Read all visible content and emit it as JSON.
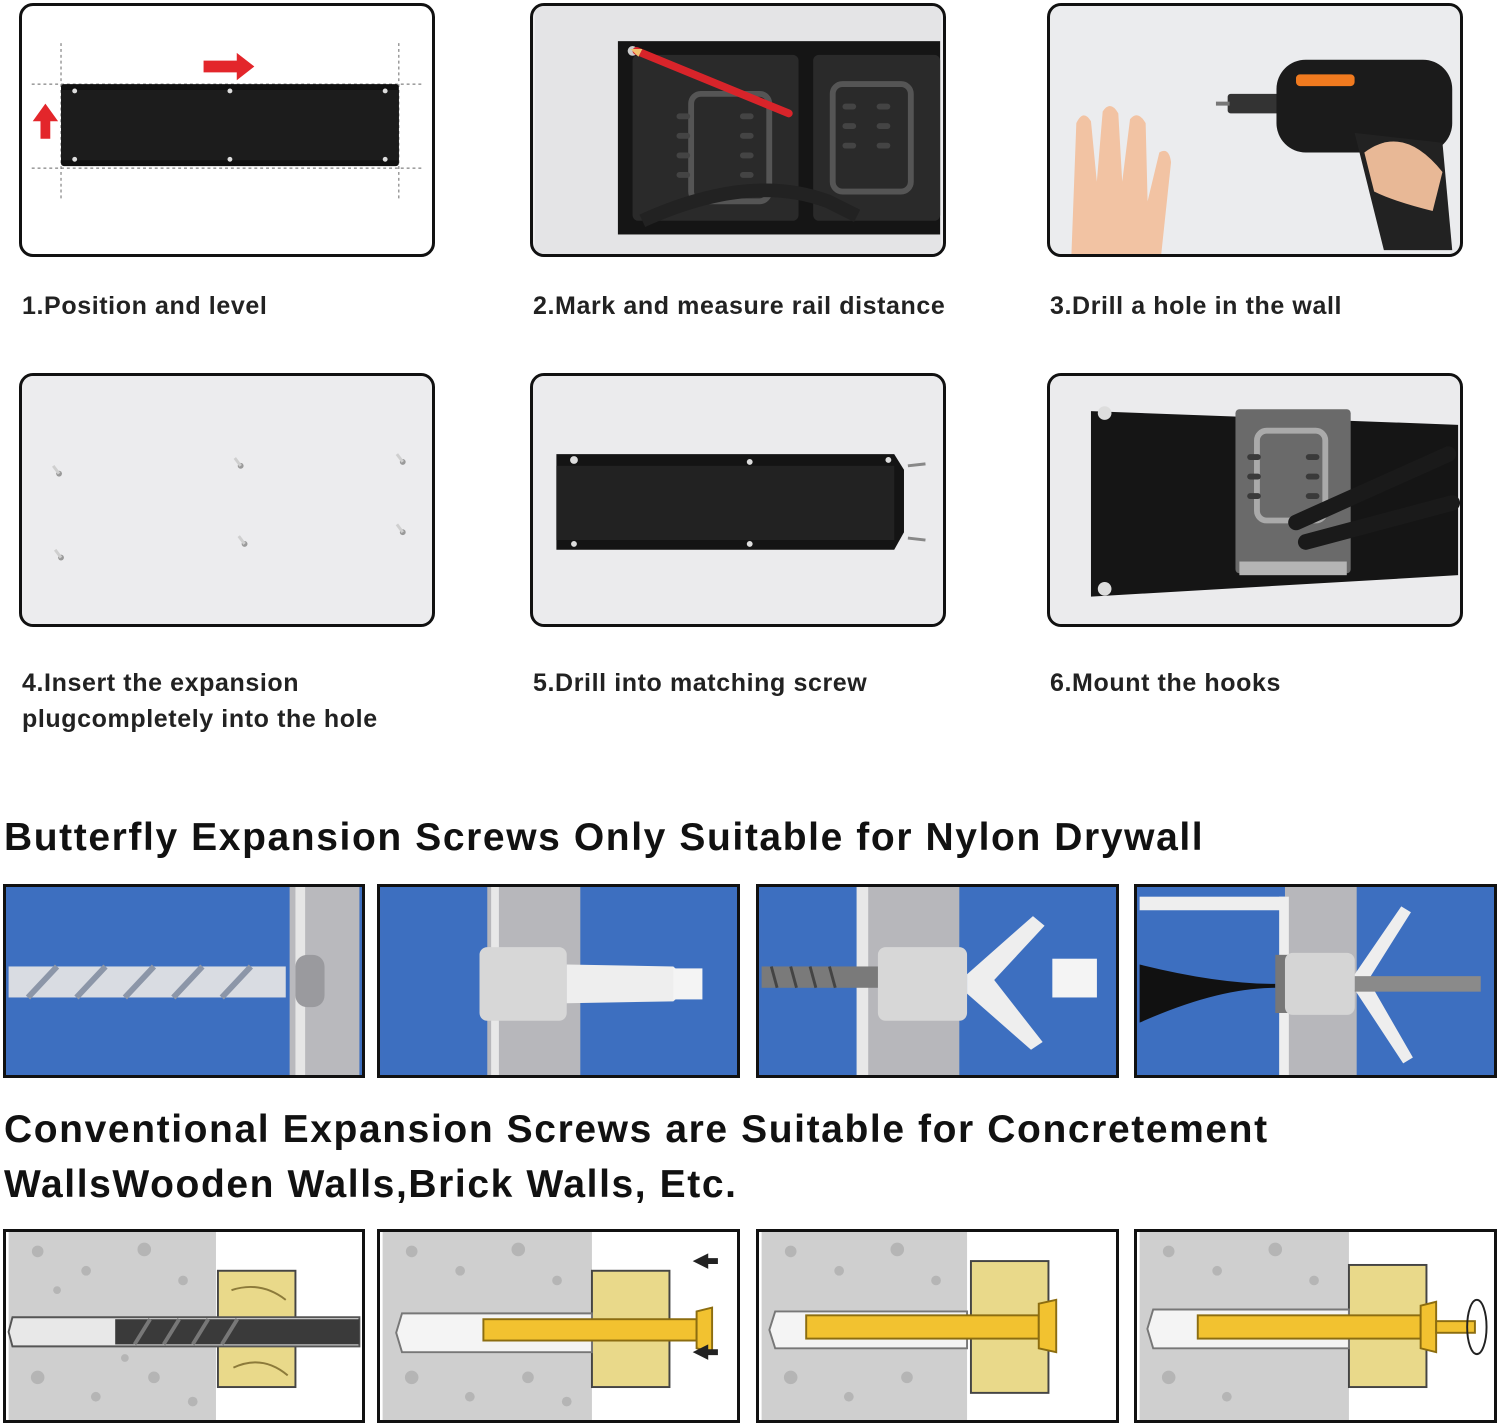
{
  "steps": [
    {
      "label": "1.Position and level"
    },
    {
      "label": "2.Mark and measure rail distance"
    },
    {
      "label": "3.Drill a hole in the wall"
    },
    {
      "label": "4.Insert the expansion\nplugcompletely into the hole"
    },
    {
      "label": "5.Drill into matching screw"
    },
    {
      "label": "6.Mount the hooks"
    }
  ],
  "sections": {
    "drywall_heading": "Butterfly Expansion Screws Only Suitable for Nylon Drywall",
    "concrete_heading": "Conventional Expansion Screws are Suitable for Concretement\nWallsWooden Walls,Brick Walls, Etc."
  },
  "colors": {
    "rail": "#111111",
    "arrow_red": "#e3262b",
    "drywall_bg": "#3e6fbf",
    "anchor_yellow": "#f2c230",
    "wood": "#e9d98a",
    "concrete": "#cfcfcf"
  }
}
